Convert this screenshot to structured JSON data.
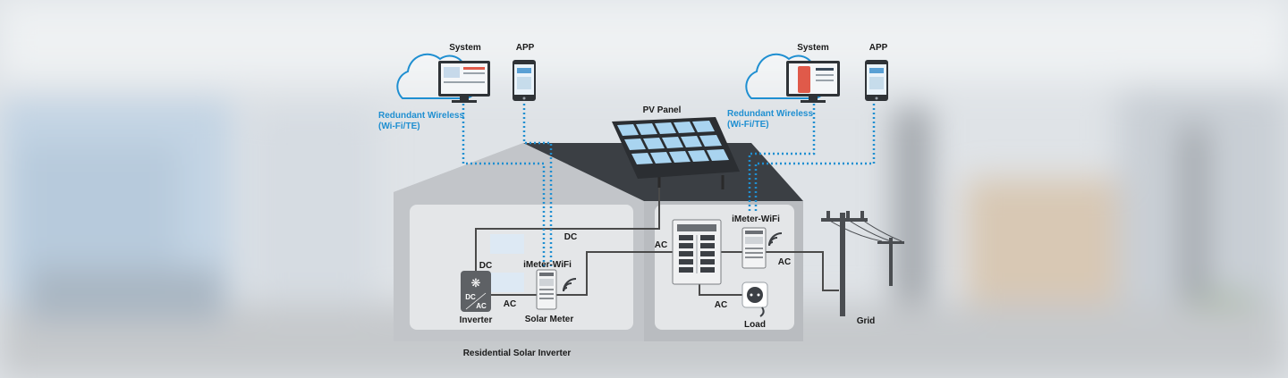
{
  "labels": {
    "system_left": "System",
    "app_left": "APP",
    "system_right": "System",
    "app_right": "APP",
    "pv_panel": "PV Panel",
    "wireless_left_line1": "Redundant Wireless",
    "wireless_left_line2": "(Wi-Fi/TE)",
    "wireless_right_line1": "Redundant Wireless",
    "wireless_right_line2": "(Wi-Fi/TE)",
    "dc_top": "DC",
    "dc_left": "DC",
    "ac_left": "AC",
    "ac_middle": "AC",
    "ac_right": "AC",
    "ac_load": "AC",
    "imeter_left": "iMeter-WiFi",
    "imeter_right": "iMeter-WiFi",
    "inverter": "Inverter",
    "inverter_dc": "DC",
    "inverter_ac": "AC",
    "solar_meter": "Solar Meter",
    "load": "Load",
    "grid": "Grid",
    "caption": "Residential Solar Inverter"
  },
  "colors": {
    "wireless_blue": "#1f8fd1",
    "roof_dark": "#3b3f44",
    "house_wall": "#bfc2c6",
    "room_fill": "#e4e6e8",
    "wire": "#4a4a4a"
  },
  "icons": [
    "cloud-icon",
    "monitor-icon",
    "phone-icon",
    "solar-panel-icon",
    "inverter-icon",
    "meter-icon",
    "wifi-icon",
    "breaker-panel-icon",
    "outlet-icon",
    "utility-pole-icon"
  ]
}
